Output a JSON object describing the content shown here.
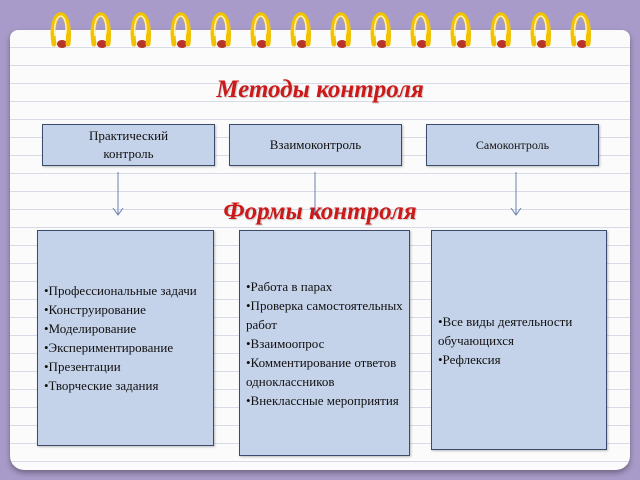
{
  "title": "Методы контроля",
  "forms_title": "Формы контроля",
  "methods": [
    {
      "line1": "Практический",
      "line2": "контроль"
    },
    {
      "label": "Взаимоконтроль"
    },
    {
      "label": "Самоконтроль"
    }
  ],
  "forms": [
    {
      "items": [
        "•Профессиональные задачи",
        "•Конструирование",
        "•Моделирование",
        "•Экспериментирование",
        "•Презентации",
        "•Творческие задания"
      ]
    },
    {
      "items": [
        "•Работа в парах",
        "•Проверка самостоятельных работ",
        "•Взаимоопрос",
        "•Комментирование ответов одноклассников",
        "•Внеклассные мероприятия"
      ]
    },
    {
      "items": [
        "•Все виды деятельности обучающихся",
        "•Рефлексия"
      ]
    }
  ],
  "colors": {
    "background": "#a99bc9",
    "box_fill": "#c5d3ea",
    "box_border": "#3c4a6b",
    "title_color": "#cc1a1a",
    "ring_gold": "#f2c200",
    "arrow": "#6b7fb0"
  }
}
